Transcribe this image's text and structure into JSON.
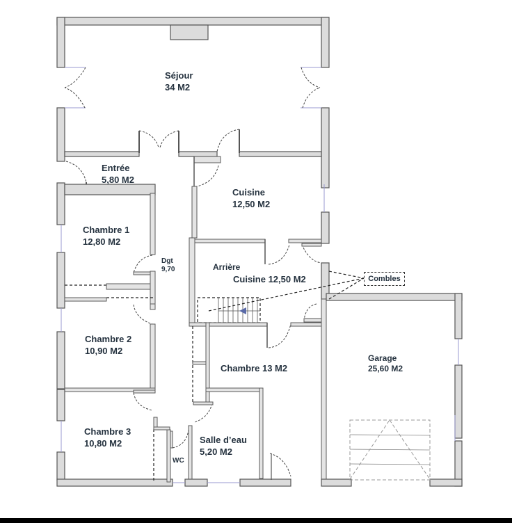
{
  "plan": {
    "rooms": [
      {
        "id": "sejour",
        "name": "Séjour",
        "area": "34 M2"
      },
      {
        "id": "entree",
        "name": "Entrée",
        "area": "5,80 M2"
      },
      {
        "id": "cuisine",
        "name": "Cuisine",
        "area": "12,50 M2"
      },
      {
        "id": "chambre1",
        "name": "Chambre 1",
        "area": "12,80 M2"
      },
      {
        "id": "dgt",
        "name": "Dgt",
        "area": "9,70"
      },
      {
        "id": "arriere_cuisine",
        "name": "Arrière",
        "area": "Cuisine 12,50 M2"
      },
      {
        "id": "chambre2",
        "name": "Chambre 2",
        "area": "10,90 M2"
      },
      {
        "id": "chambre_13",
        "name": "Chambre 13 M2",
        "area": ""
      },
      {
        "id": "garage",
        "name": "Garage",
        "area": "25,60 M2"
      },
      {
        "id": "chambre3",
        "name": "Chambre 3",
        "area": "10,80 M2"
      },
      {
        "id": "salle_eau",
        "name": "Salle d’eau",
        "area": "5,20 M2"
      },
      {
        "id": "wc",
        "name": "WC",
        "area": ""
      }
    ],
    "annotations": {
      "combles": "Combles"
    },
    "colors": {
      "wall_fill": "#dcdcdc",
      "wall_stroke": "#555555",
      "label_text": "#25323f",
      "window": "#9a9ad0"
    }
  }
}
